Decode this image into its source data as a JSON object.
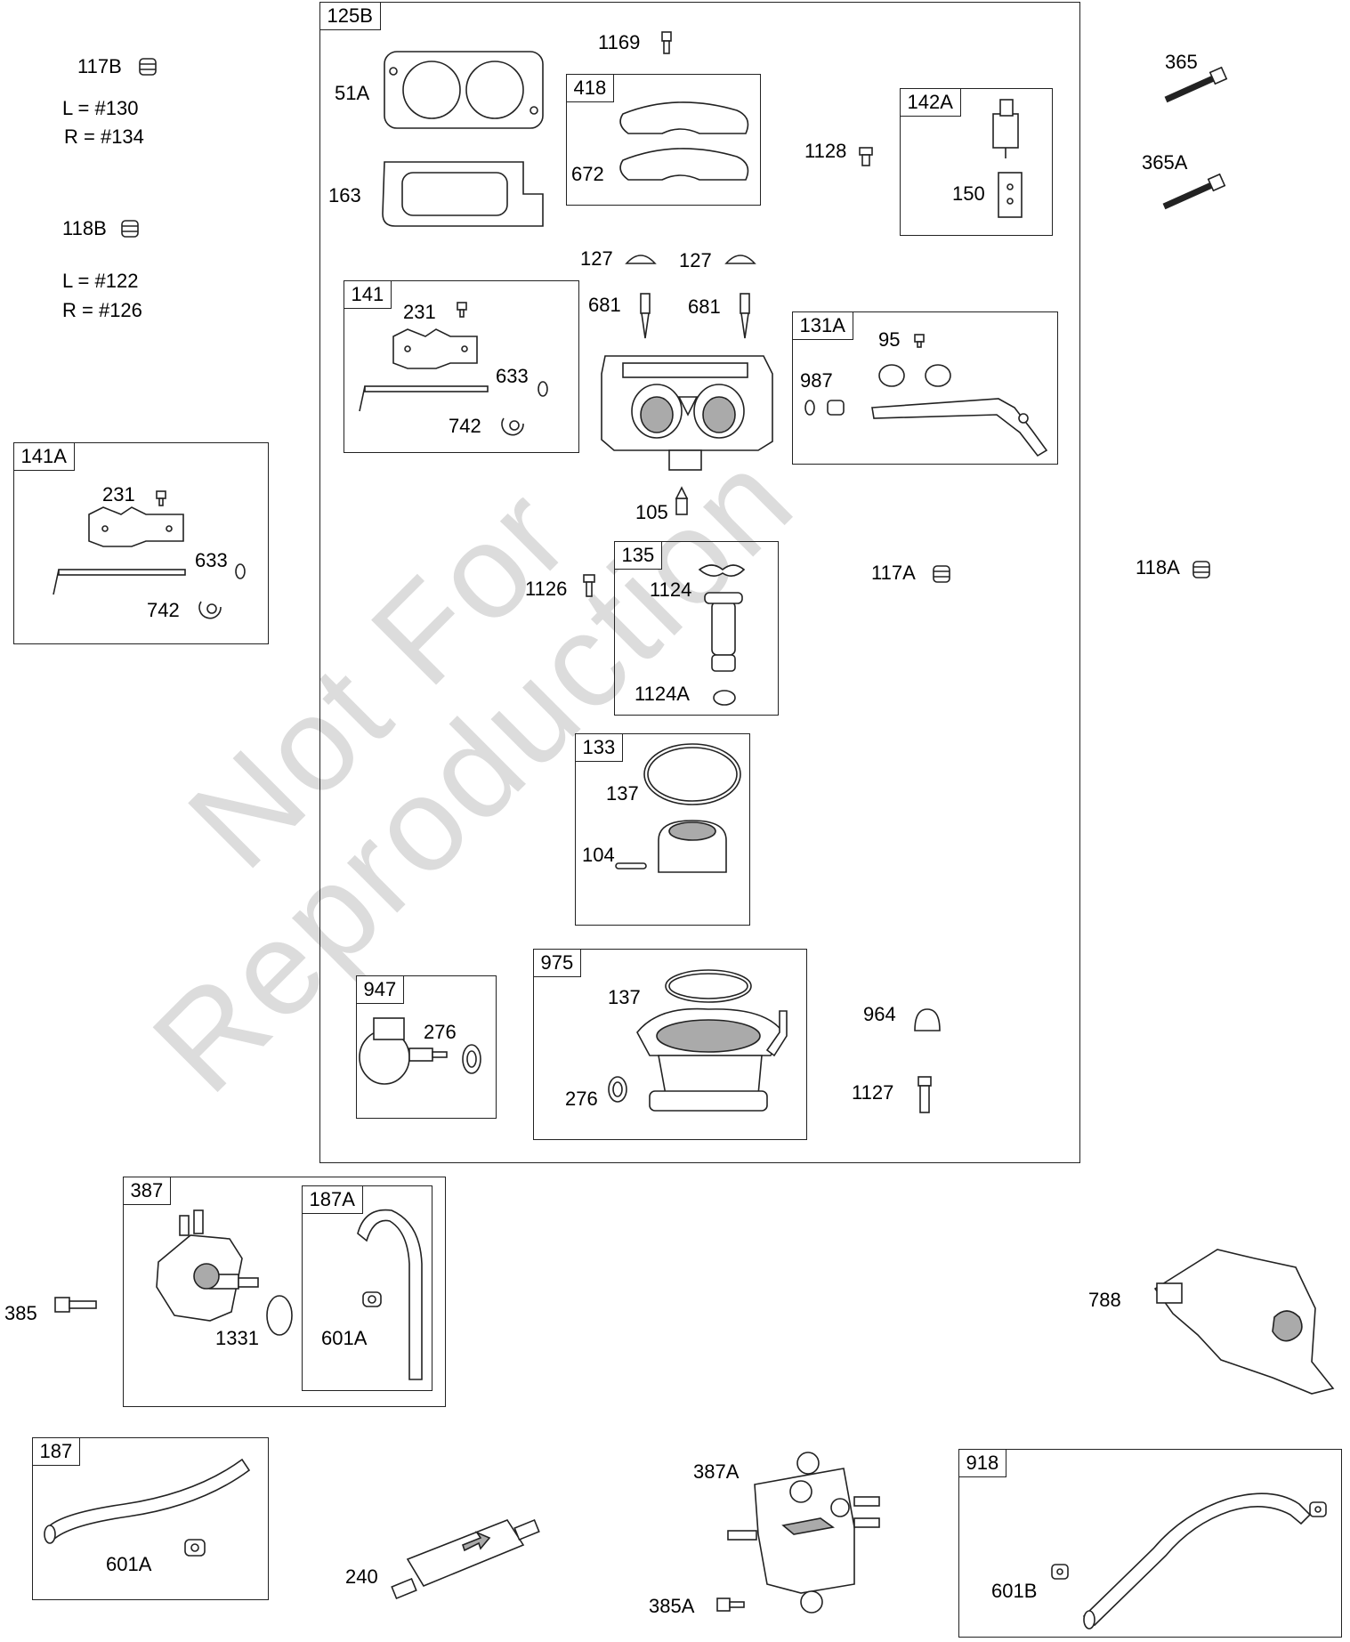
{
  "watermark": "Not For\nReproduction",
  "notes": {
    "n117b_l": "L =  #130",
    "n117b_r": "R =  #134",
    "n118b_l": "L =  #122",
    "n118b_r": "R =  #126"
  },
  "boxes": {
    "b125B": "125B",
    "b418": "418",
    "b142A": "142A",
    "b141": "141",
    "b131A": "131A",
    "b141A": "141A",
    "b135": "135",
    "b133": "133",
    "b947": "947",
    "b975": "975",
    "b387": "387",
    "b187A": "187A",
    "b187": "187",
    "b918": "918"
  },
  "labels": {
    "p117B": "117B",
    "p118B": "118B",
    "p51A": "51A",
    "p163": "163",
    "p1169": "1169",
    "p672": "672",
    "p1128": "1128",
    "p150": "150",
    "p365": "365",
    "p365A": "365A",
    "p127a": "127",
    "p127b": "127",
    "p681a": "681",
    "p681b": "681",
    "p231a": "231",
    "p633a": "633",
    "p742a": "742",
    "p95": "95",
    "p987": "987",
    "p231b": "231",
    "p633b": "633",
    "p742b": "742",
    "p105": "105",
    "p1126": "1126",
    "p1124": "1124",
    "p1124A": "1124A",
    "p117A": "117A",
    "p118A": "118A",
    "p137a": "137",
    "p104": "104",
    "p276a": "276",
    "p137b": "137",
    "p276b": "276",
    "p964": "964",
    "p1127": "1127",
    "p385": "385",
    "p1331": "1331",
    "p601Aa": "601A",
    "p788": "788",
    "p601Ab": "601A",
    "p240": "240",
    "p387A": "387A",
    "p385A": "385A",
    "p601B": "601B"
  }
}
